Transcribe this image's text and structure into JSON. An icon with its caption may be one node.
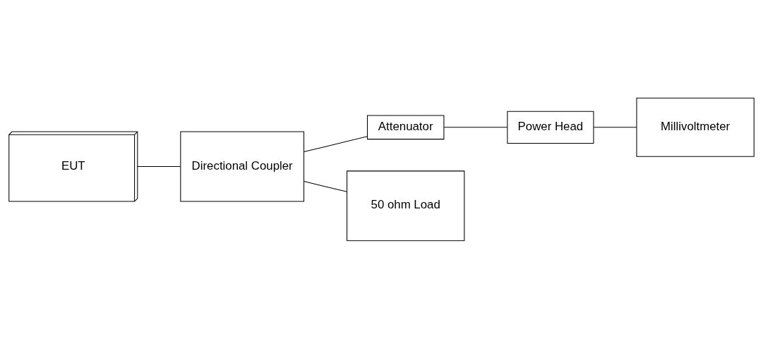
{
  "diagram": {
    "nodes": [
      {
        "text": [
          "Power Head"
        ]
      },
      {
        "text": [
          "Millivoltmeter"
        ]
      },
      {
        "text": [
          "Attenuator"
        ]
      },
      {
        "text": [
          "EUT"
        ]
      },
      {
        "text": [
          "Directional Coupler"
        ]
      },
      {
        "text": [
          "50 ohm Load"
        ]
      }
    ],
    "edges": [
      {
        "from": 2,
        "to": 0,
        "arrow": "none"
      },
      {
        "from": 0,
        "to": 1,
        "arrow": "none"
      },
      {
        "from": 4,
        "to": 2,
        "arrow": "none"
      },
      {
        "from": 3,
        "to": 4,
        "arrow": "none"
      },
      {
        "from": 4,
        "to": 5,
        "arrow": "none"
      }
    ]
  }
}
